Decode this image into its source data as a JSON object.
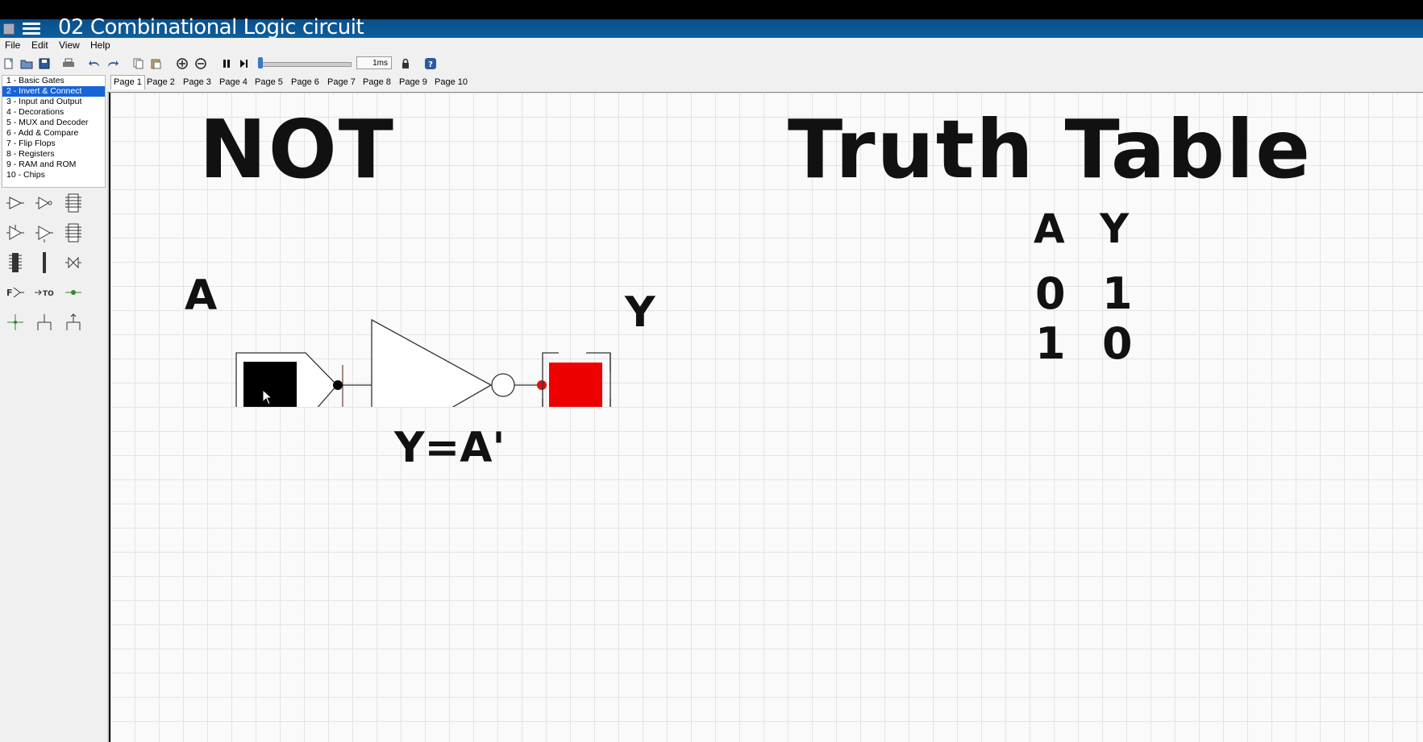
{
  "window": {
    "title": "02 Combinational Logic circuit"
  },
  "menu": {
    "file": "File",
    "edit": "Edit",
    "view": "View",
    "help": "Help"
  },
  "toolbar": {
    "speed": "1ms",
    "slider_value": 0
  },
  "tabs": [
    "Page 1",
    "Page 2",
    "Page 3",
    "Page 4",
    "Page 5",
    "Page 6",
    "Page 7",
    "Page 8",
    "Page 9",
    "Page 10"
  ],
  "categories": [
    "1  - Basic Gates",
    "2  - Invert & Connect",
    "3  - Input and Output",
    "4  - Decorations",
    "5  - MUX and Decoder",
    "6  - Add & Compare",
    "7  - Flip Flops",
    "8  - Registers",
    "9  - RAM and ROM",
    "10 - Chips"
  ],
  "selected_category": 1,
  "circuit": {
    "heading": "NOT",
    "input_label": "A",
    "output_label": "Y",
    "equation": "Y=A'",
    "input_state": 0,
    "output_state": 1
  },
  "truth_table": {
    "heading": "Truth Table",
    "headers": [
      "A",
      "Y"
    ],
    "rows": [
      [
        "0",
        "1"
      ],
      [
        "1",
        "0"
      ]
    ]
  },
  "colors": {
    "titlebar": "#0d5f9e",
    "selection": "#1565d8",
    "output_on": "#ee0000",
    "wire_dot_on": "#dd1111"
  }
}
